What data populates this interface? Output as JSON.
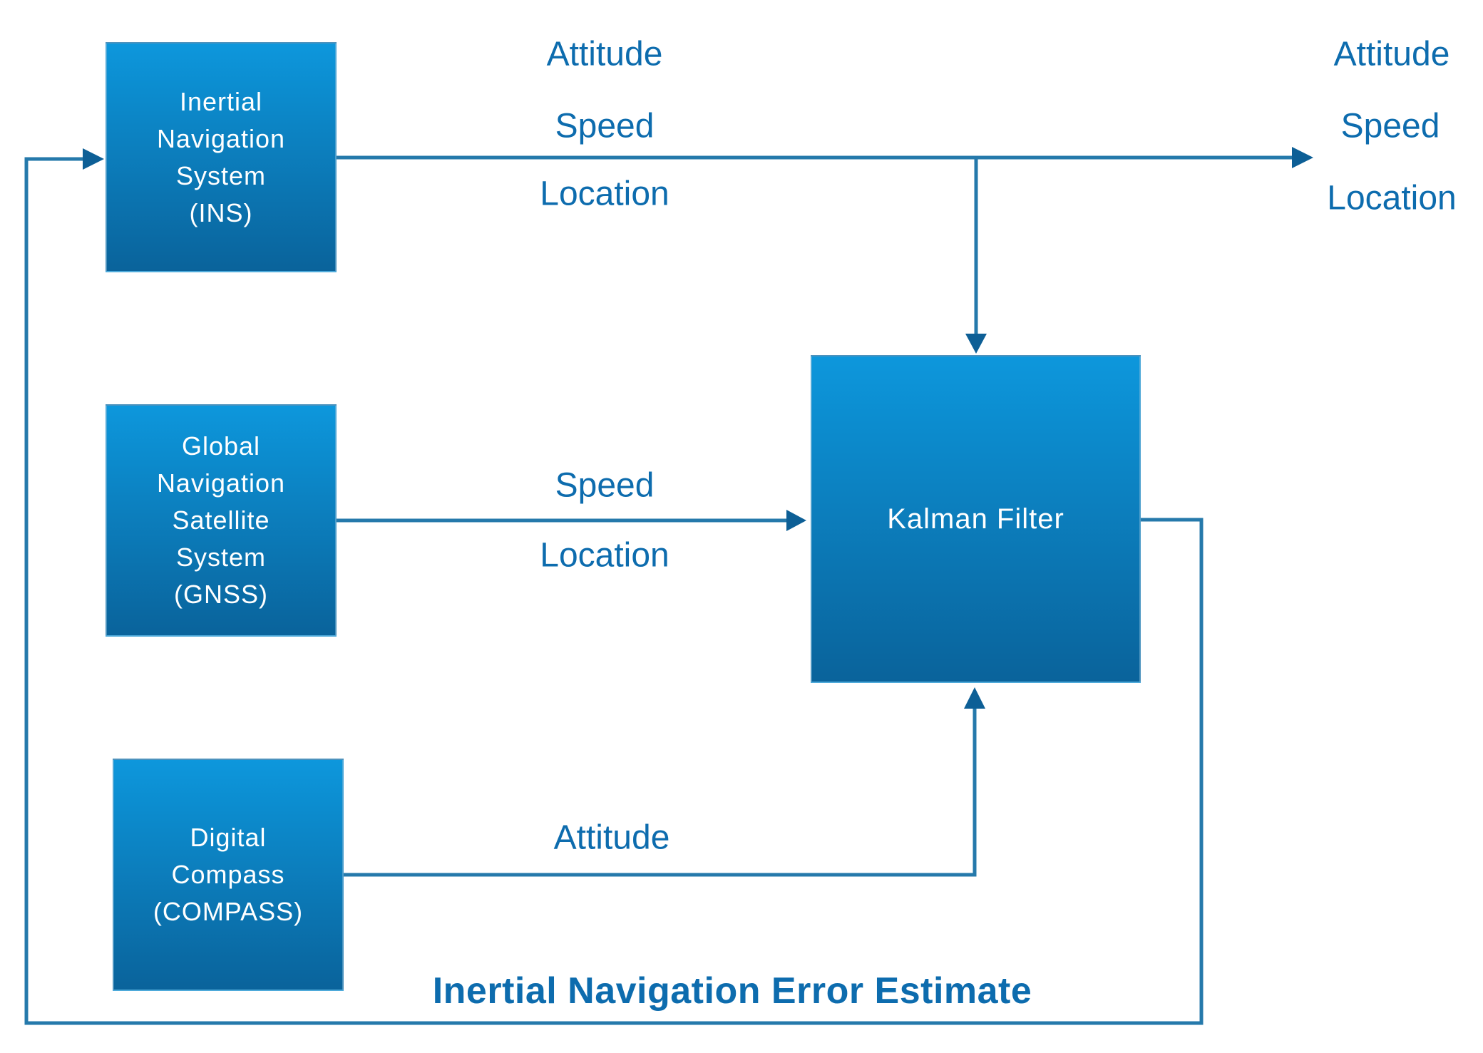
{
  "colors": {
    "background": "#ffffff",
    "box_gradient_top": "#0d97dc",
    "box_gradient_bottom": "#0a639b",
    "box_border_highlight": "#85b9d9",
    "box_text": "#ffffff",
    "connector_line": "#2579ab",
    "arrowhead": "#0d5f96",
    "edge_label_text": "#0d6cae"
  },
  "nodes": {
    "ins": {
      "lines": [
        "Inertial",
        "Navigation",
        "System",
        "(INS)"
      ]
    },
    "gnss": {
      "lines": [
        "Global",
        "Navigation",
        "Satellite",
        "System",
        "(GNSS)"
      ]
    },
    "compass": {
      "lines": [
        "Digital",
        "Compass",
        "(COMPASS)"
      ]
    },
    "kalman": {
      "label": "Kalman Filter"
    }
  },
  "edge_labels": {
    "ins_output": {
      "line1": "Attitude",
      "line2": "Speed",
      "line3": "Location"
    },
    "final_output": {
      "line1": "Attitude",
      "line2": "Speed",
      "line3": "Location"
    },
    "gnss_output": {
      "line1": "Speed",
      "line2": "Location"
    },
    "compass_output": {
      "line1": "Attitude"
    },
    "feedback": {
      "label": "Inertial Navigation Error Estimate"
    }
  }
}
